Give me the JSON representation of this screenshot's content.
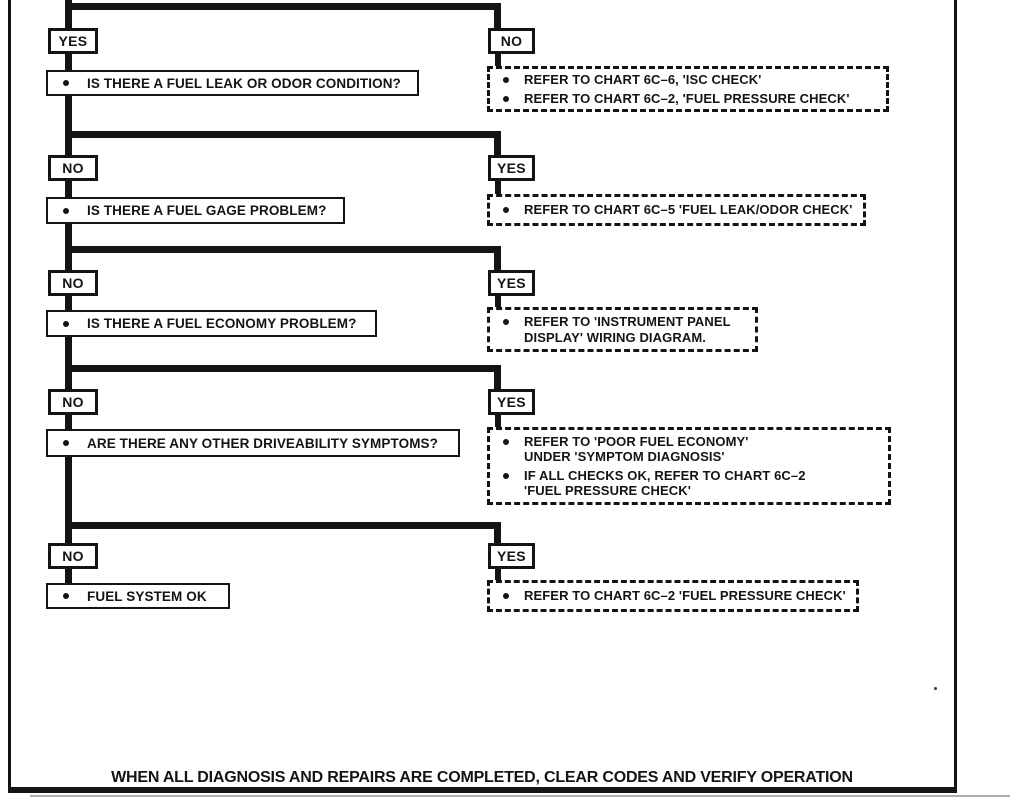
{
  "colors": {
    "ink": "#141414",
    "paper": "#ffffff"
  },
  "flowchart": {
    "rows": [
      {
        "left_label": "YES",
        "question": "IS THERE A FUEL LEAK OR ODOR CONDITION?",
        "right_label": "NO",
        "actions": [
          {
            "lines": [
              "REFER TO CHART 6C–6, 'ISC CHECK'"
            ]
          },
          {
            "lines": [
              "REFER TO CHART 6C–2, 'FUEL PRESSURE CHECK'"
            ]
          }
        ]
      },
      {
        "left_label": "NO",
        "question": "IS THERE A FUEL GAGE PROBLEM?",
        "right_label": "YES",
        "actions": [
          {
            "lines": [
              "REFER TO CHART 6C–5 'FUEL LEAK/ODOR CHECK'"
            ]
          }
        ]
      },
      {
        "left_label": "NO",
        "question": "IS THERE A FUEL ECONOMY PROBLEM?",
        "right_label": "YES",
        "actions": [
          {
            "lines": [
              "REFER TO 'INSTRUMENT PANEL",
              "DISPLAY' WIRING DIAGRAM."
            ]
          }
        ]
      },
      {
        "left_label": "NO",
        "question": "ARE THERE ANY OTHER DRIVEABILITY SYMPTOMS?",
        "right_label": "YES",
        "actions": [
          {
            "lines": [
              "REFER TO 'POOR FUEL ECONOMY'",
              "UNDER 'SYMPTOM DIAGNOSIS'"
            ]
          },
          {
            "lines": [
              "IF ALL CHECKS OK, REFER TO CHART 6C–2",
              "'FUEL PRESSURE CHECK'"
            ]
          }
        ]
      },
      {
        "left_label": "NO",
        "question": "FUEL SYSTEM OK",
        "right_label": "YES",
        "actions": [
          {
            "lines": [
              "REFER TO CHART 6C–2 'FUEL PRESSURE CHECK'"
            ]
          }
        ]
      }
    ],
    "footer": "WHEN ALL DIAGNOSIS AND REPAIRS ARE COMPLETED, CLEAR CODES AND VERIFY OPERATION"
  }
}
